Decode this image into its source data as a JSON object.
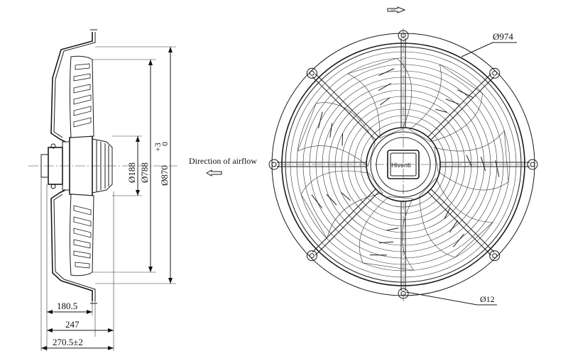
{
  "side_view": {
    "dia_hub": "Ø188",
    "dia_blade": "Ø788",
    "dia_guard": "Ø870",
    "tol_upper": "+3",
    "tol_lower": "0",
    "len_short": "180.5",
    "len_mid": "247",
    "len_total": "270.5±2"
  },
  "front_view": {
    "dia_outer": "Ø974",
    "dia_hole": "Ø12",
    "brand": "Hiventi"
  },
  "airflow": {
    "label": "Direction of airflow"
  }
}
